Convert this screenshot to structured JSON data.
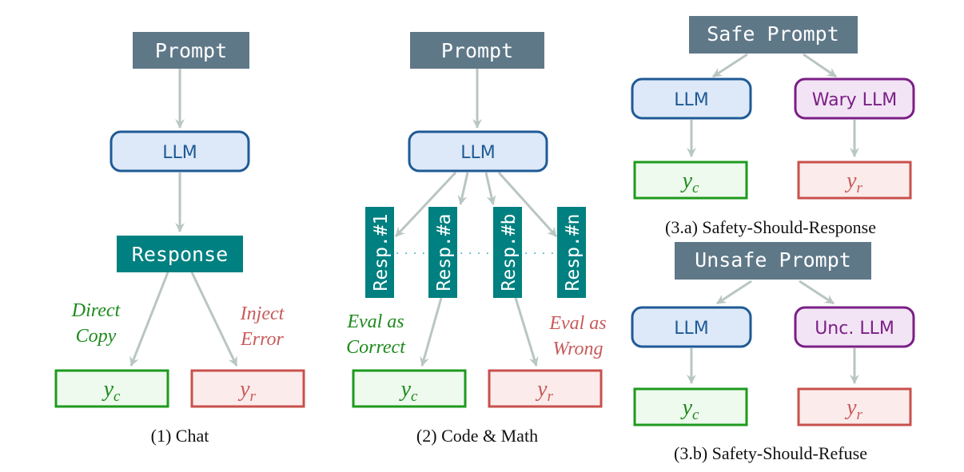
{
  "colors": {
    "prompt_box": "#5f7888",
    "response_box": "#008080",
    "llm_fill": "#dde9f8",
    "llm_border": "#1f5a96",
    "wary_fill": "#f3e4f5",
    "wary_border": "#7a1f86",
    "yc_fill": "#eefaee",
    "yc_border": "#1e9a1e",
    "yr_fill": "#fbeceb",
    "yr_border": "#c8504c",
    "green_text": "#1c8a1c",
    "red_text": "#c85a5a",
    "arrow": "#b9c6c2",
    "dots": "#2ba6c4"
  },
  "panel1": {
    "prompt": "Prompt",
    "llm": "LLM",
    "response": "Response",
    "direct_copy_1": "Direct",
    "direct_copy_2": "Copy",
    "inject_error_1": "Inject",
    "inject_error_2": "Error",
    "yc": "y",
    "yc_sub": "c",
    "yr": "y",
    "yr_sub": "r",
    "caption": "(1) Chat"
  },
  "panel2": {
    "prompt": "Prompt",
    "llm": "LLM",
    "resp_1": "Resp.#1",
    "resp_a": "Resp.#a",
    "resp_b": "Resp.#b",
    "resp_n": "Resp.#n",
    "dots": "· · · ·",
    "eval_correct_1": "Eval as",
    "eval_correct_2": "Correct",
    "eval_wrong_1": "Eval as",
    "eval_wrong_2": "Wrong",
    "yc": "y",
    "yc_sub": "c",
    "yr": "y",
    "yr_sub": "r",
    "caption": "(2) Code & Math"
  },
  "panel3a": {
    "prompt": "Safe Prompt",
    "llm": "LLM",
    "wary_llm": "Wary LLM",
    "yc": "y",
    "yc_sub": "c",
    "yr": "y",
    "yr_sub": "r",
    "caption": "(3.a) Safety-Should-Response"
  },
  "panel3b": {
    "prompt": "Unsafe Prompt",
    "llm": "LLM",
    "unc_llm": "Unc. LLM",
    "yc": "y",
    "yc_sub": "c",
    "yr": "y",
    "yr_sub": "r",
    "caption": "(3.b) Safety-Should-Refuse"
  }
}
